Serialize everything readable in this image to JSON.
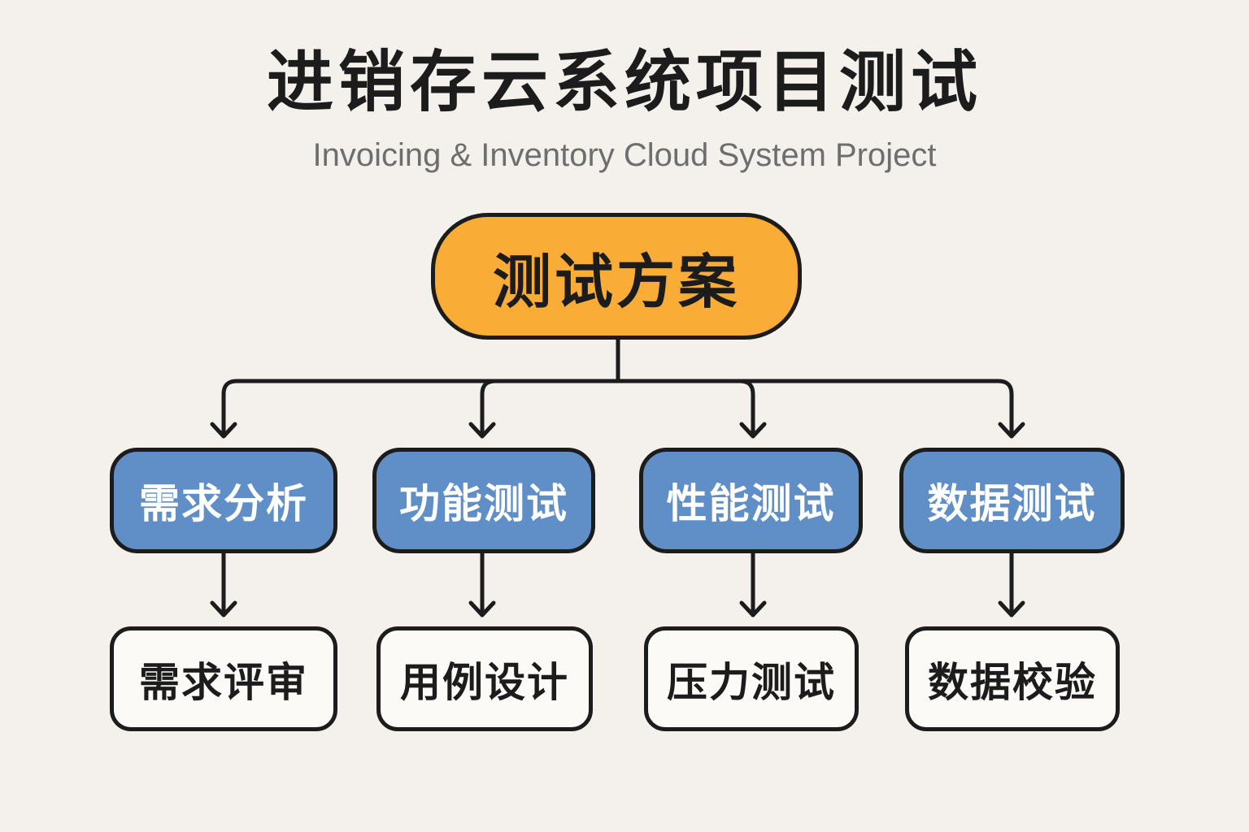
{
  "header": {
    "title": "进销存云系统项目测试",
    "subtitle": "Invoicing & Inventory Cloud System Project"
  },
  "colors": {
    "background": "#f4f1ec",
    "root_fill": "#f9ac36",
    "category_fill": "#5f8fc6",
    "leaf_fill": "#fbfaf7",
    "stroke": "#1c1c1c"
  },
  "diagram": {
    "root": {
      "label": "测试方案"
    },
    "branches": [
      {
        "label": "需求分析",
        "child": "需求评审"
      },
      {
        "label": "功能测试",
        "child": "用例设计"
      },
      {
        "label": "性能测试",
        "child": "压力测试"
      },
      {
        "label": "数据测试",
        "child": "数据校验"
      }
    ]
  }
}
